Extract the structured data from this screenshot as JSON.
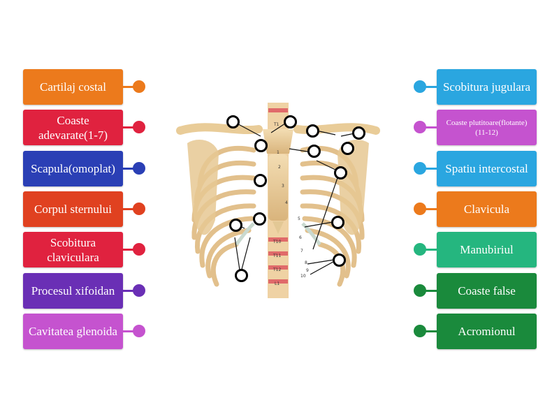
{
  "labels_left": [
    {
      "text": "Cartilaj costal",
      "color": "#ec7a1c"
    },
    {
      "text": "Coaste adevarate(1-7)",
      "color": "#e0223f"
    },
    {
      "text": "Scapula(omoplat)",
      "color": "#2a3fb5"
    },
    {
      "text": "Corpul sternului",
      "color": "#e04120"
    },
    {
      "text": "Scobitura claviculara",
      "color": "#e0223f"
    },
    {
      "text": "Procesul xifoidan",
      "color": "#6a2fb5"
    },
    {
      "text": "Cavitatea glenoida",
      "color": "#c553cf"
    }
  ],
  "labels_right": [
    {
      "text": "Scobitura jugulara",
      "color": "#2aa6e0"
    },
    {
      "text": "Coaste plutitoare(flotante)(11-12)",
      "color": "#c553cf",
      "small": true
    },
    {
      "text": "Spatiu intercostal",
      "color": "#2aa6e0"
    },
    {
      "text": "Clavicula",
      "color": "#ec7a1c"
    },
    {
      "text": "Manubiriul",
      "color": "#25b67f"
    },
    {
      "text": "Coaste false",
      "color": "#1a8a3c"
    },
    {
      "text": "Acromionul",
      "color": "#1a8a3c"
    }
  ],
  "diagram": {
    "vertebra_labels": [
      "T1",
      "T10",
      "T11",
      "T12",
      "L1"
    ],
    "rib_numbers": [
      "1",
      "2",
      "3",
      "4",
      "5",
      "6",
      "7",
      "8",
      "9",
      "10"
    ]
  }
}
